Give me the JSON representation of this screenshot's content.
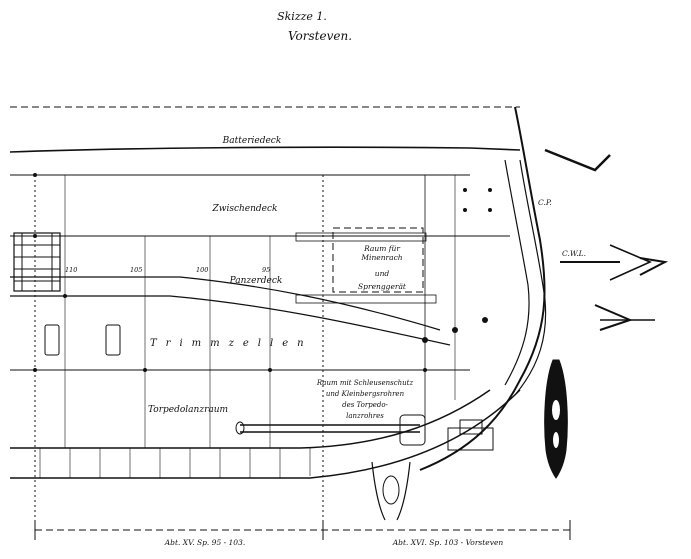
{
  "title": "Skizze 1.",
  "subtitle": "Vorsteven.",
  "decks": {
    "battery": "Batteriedeck",
    "between": "Zwischendeck",
    "armored": "Panzerdeck"
  },
  "compartments": {
    "trim_cells": "Trimmzellen",
    "torpedo_room": "Torpedolanzraum"
  },
  "notes": {
    "room_mine_upper": "Raum für",
    "room_mine_mid": "Minenrach",
    "room_mine_and": "und",
    "room_mine_lower": "Sprenggerät",
    "room_torpedo_1": "Raum mit Schleusenschutz",
    "room_torpedo_2": "und Kleinbergsrohren",
    "room_torpedo_3": "des Torpedo-",
    "room_torpedo_4": "lanzrohres"
  },
  "waterlines": {
    "upper": "C.P.",
    "cwl": "C.W.L."
  },
  "frames": {
    "f110": "110",
    "f105": "105",
    "f100": "100",
    "f95": "95"
  },
  "sections": {
    "left": "Abt. XV. Sp. 95 - 103.",
    "right": "Abt. XVI. Sp. 103 - Vorsteven"
  }
}
